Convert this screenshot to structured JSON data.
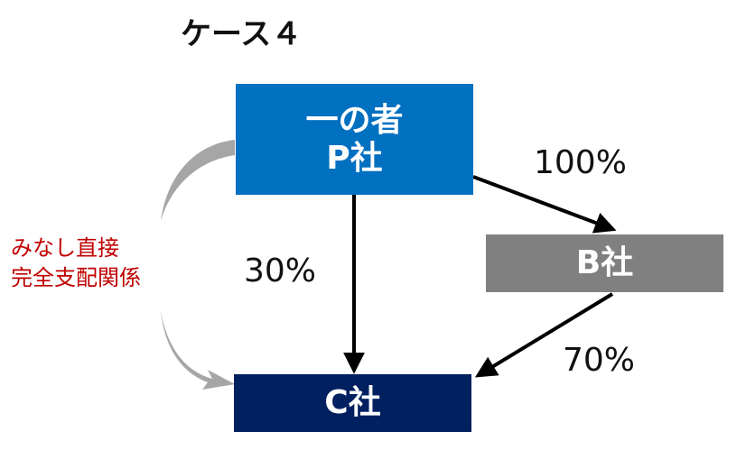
{
  "title": "ケース４",
  "nodes": {
    "p": {
      "line1": "一の者",
      "line2": "P社",
      "color": "#0070c0"
    },
    "b": {
      "label": "B社",
      "color": "#808080"
    },
    "c": {
      "label": "C社",
      "color": "#002060"
    }
  },
  "edges": [
    {
      "from": "P社",
      "to": "B社",
      "label": "100%"
    },
    {
      "from": "P社",
      "to": "C社",
      "label": "30%"
    },
    {
      "from": "B社",
      "to": "C社",
      "label": "70%"
    }
  ],
  "side_label": {
    "line1": "みなし直接",
    "line2": "完全支配関係",
    "color": "#c00000"
  },
  "curved_arrow_color": "#a6a6a6"
}
